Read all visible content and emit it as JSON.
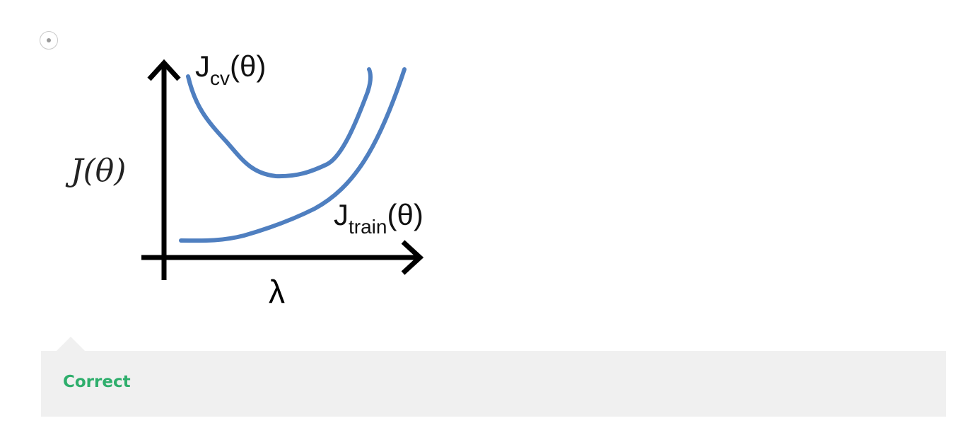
{
  "option": {
    "selected": true
  },
  "figure": {
    "y_axis_label": "J(θ)",
    "x_axis_label": "λ",
    "cv_curve": {
      "base": "J",
      "sub": "cv",
      "arg": "(θ)"
    },
    "train_curve": {
      "base": "J",
      "sub": "train",
      "arg": "(θ)"
    },
    "curve_color": "#4f7fc0",
    "axis_color": "#000000"
  },
  "feedback": {
    "status": "Correct",
    "status_color": "#2eae6c"
  }
}
